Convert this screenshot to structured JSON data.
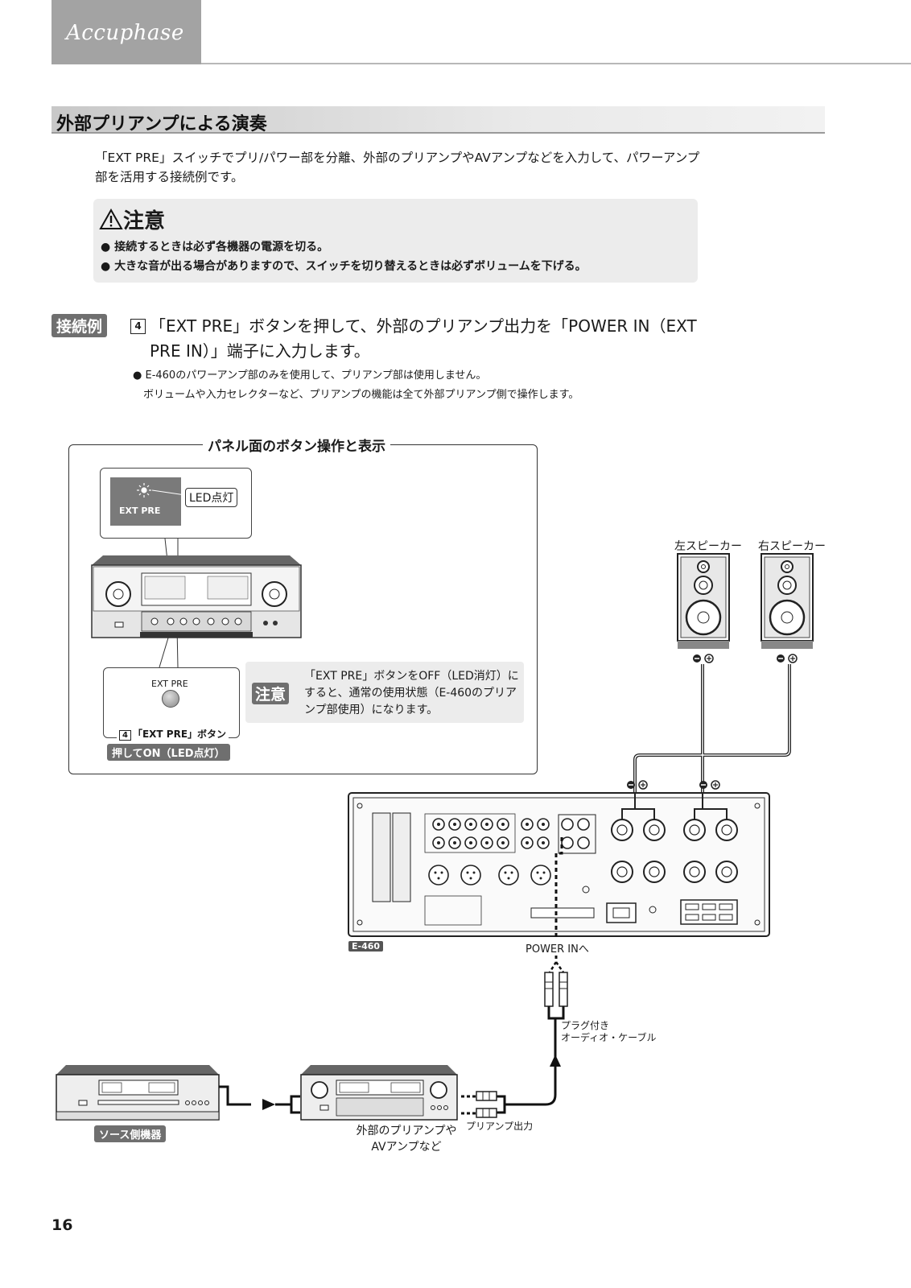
{
  "header": {
    "brand": "Accuphase"
  },
  "section": {
    "title": "外部プリアンプによる演奏"
  },
  "intro": {
    "text": "「EXT PRE」スイッチでプリ/パワー部を分離、外部のプリアンプやAVアンプなどを入力して、パワーアンプ部を活用する接続例です。"
  },
  "caution": {
    "title": "注意",
    "items": [
      "● 接続するときは必ず各機器の電源を切る。",
      "● 大きな音が出る場合がありますので、スイッチを切り替えるときは必ずボリュームを下げる。"
    ]
  },
  "example": {
    "badge": "接続例",
    "step_number": "4",
    "heading": "「EXT PRE」ボタンを押して、外部のプリアンプ出力を「POWER IN（EXT PRE IN）」端子に入力します。",
    "notes": [
      "● E-460のパワーアンプ部のみを使用して、プリアンプ部は使用しません。",
      "ボリュームや入力セレクターなど、プリアンプの機能は全て外部プリアンプ側で操作します。"
    ]
  },
  "panel": {
    "title": "パネル面のボタン操作と表示",
    "led_label": "LED点灯",
    "ext_pre_label": "EXT PRE",
    "ext_pre_small_label": "EXT PRE",
    "step_button_number": "4",
    "step_button_label": "「EXT PRE」ボタン",
    "press_badge": "押してON（LED点灯）",
    "note_badge": "注意",
    "note_text": "「EXT PRE」ボタンをOFF（LED消灯）にすると、通常の使用状態（E-460のプリアンプ部使用）になります。"
  },
  "speakers": {
    "left": "左スピーカー",
    "right": "右スピーカー"
  },
  "amp": {
    "model": "E-460",
    "power_in": "POWER INへ"
  },
  "cable": {
    "line1": "プラグ付き",
    "line2": "オーディオ・ケーブル"
  },
  "pre_out": "プリアンプ出力",
  "source": {
    "badge": "ソース側機器"
  },
  "ext_amp": {
    "line1": "外部のプリアンプや",
    "line2": "AVアンプなど"
  },
  "page": {
    "number": "16"
  }
}
